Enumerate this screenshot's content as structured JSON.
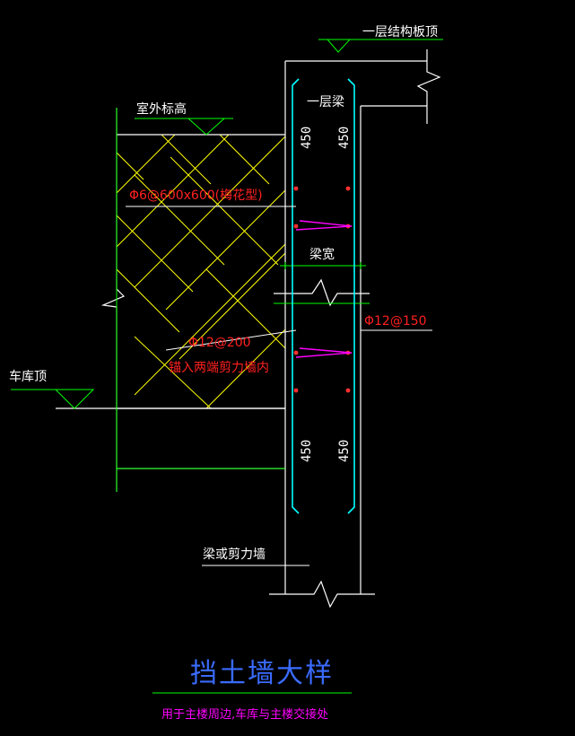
{
  "labels": {
    "floor1_slab_top": "一层结构板顶",
    "floor1_beam": "一层梁",
    "outdoor_grade": "室外标高",
    "rebar_tie": "Φ6@600x600(梅花型)",
    "beam_width": "梁宽",
    "rebar_vertical": "Φ12@150",
    "rebar_horizontal": "Φ12@200",
    "anchor_note": "锚入两端剪力墙内",
    "garage_top": "车库顶",
    "beam_or_shear_wall": "梁或剪力墙"
  },
  "dimensions": {
    "top_left": "450",
    "top_right": "450",
    "bottom_left": "450",
    "bottom_right": "450"
  },
  "title": {
    "main": "挡土墙大样",
    "sub": "用于主楼周边,车库与主楼交接处"
  },
  "colors": {
    "background": "#000000",
    "structure": "#ffffff",
    "green": "#00ff00",
    "cyan": "#00ffff",
    "yellow": "#ffff00",
    "red": "#ff0000",
    "magenta": "#ff00ff",
    "blue": "#3a6bff"
  }
}
